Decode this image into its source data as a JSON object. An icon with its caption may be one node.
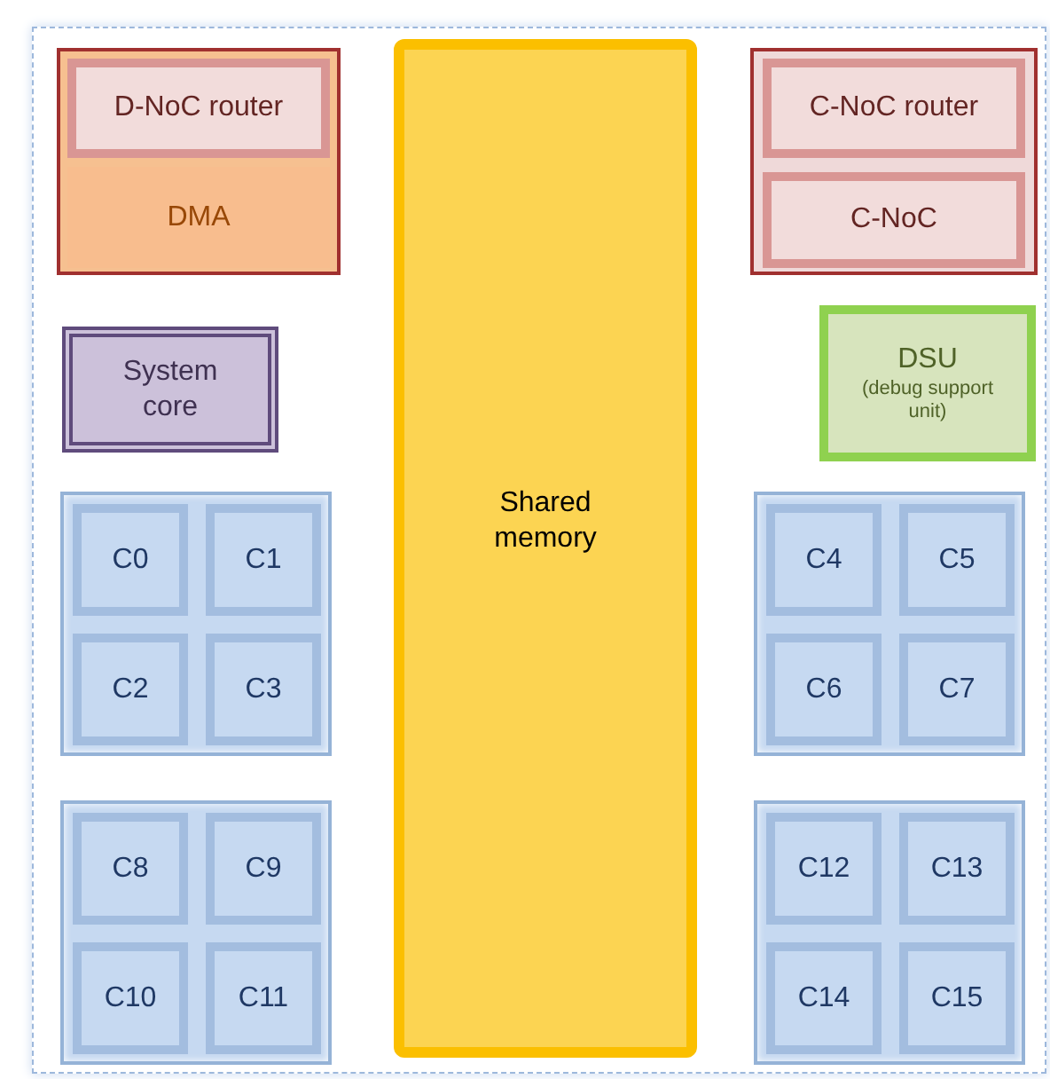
{
  "diagram": {
    "nodes": [
      {
        "text": [],
        "shape": "box"
      },
      {
        "text": [
          "D-NoC router"
        ],
        "in": 0
      },
      {
        "text": [
          "DMA"
        ],
        "in": 0
      },
      {
        "text": [
          "Shared memory"
        ]
      },
      {
        "text": [],
        "shape": "box"
      },
      {
        "text": [
          "C-NoC router"
        ],
        "in": 4
      },
      {
        "text": [
          "C-NoC"
        ],
        "in": 4
      },
      {
        "text": [
          "System core"
        ]
      },
      {
        "text": [
          "DSU",
          "(debug support unit)"
        ]
      },
      {
        "text": [],
        "shape": "box"
      },
      {
        "text": [
          "C0"
        ],
        "in": 9
      },
      {
        "text": [
          "C1"
        ],
        "in": 9
      },
      {
        "text": [
          "C2"
        ],
        "in": 9
      },
      {
        "text": [
          "C3"
        ],
        "in": 9
      },
      {
        "text": [],
        "shape": "box"
      },
      {
        "text": [
          "C4"
        ],
        "in": 14
      },
      {
        "text": [
          "C5"
        ],
        "in": 14
      },
      {
        "text": [
          "C6"
        ],
        "in": 14
      },
      {
        "text": [
          "C7"
        ],
        "in": 14
      },
      {
        "text": [],
        "shape": "box"
      },
      {
        "text": [
          "C8"
        ],
        "in": 19
      },
      {
        "text": [
          "C9"
        ],
        "in": 19
      },
      {
        "text": [
          "C10"
        ],
        "in": 19
      },
      {
        "text": [
          "C11"
        ],
        "in": 19
      },
      {
        "text": [],
        "shape": "box"
      },
      {
        "text": [
          "C12"
        ],
        "in": 24
      },
      {
        "text": [
          "C13"
        ],
        "in": 24
      },
      {
        "text": [
          "C14"
        ],
        "in": 24
      },
      {
        "text": [
          "C15"
        ],
        "in": 24
      }
    ],
    "edges": []
  }
}
